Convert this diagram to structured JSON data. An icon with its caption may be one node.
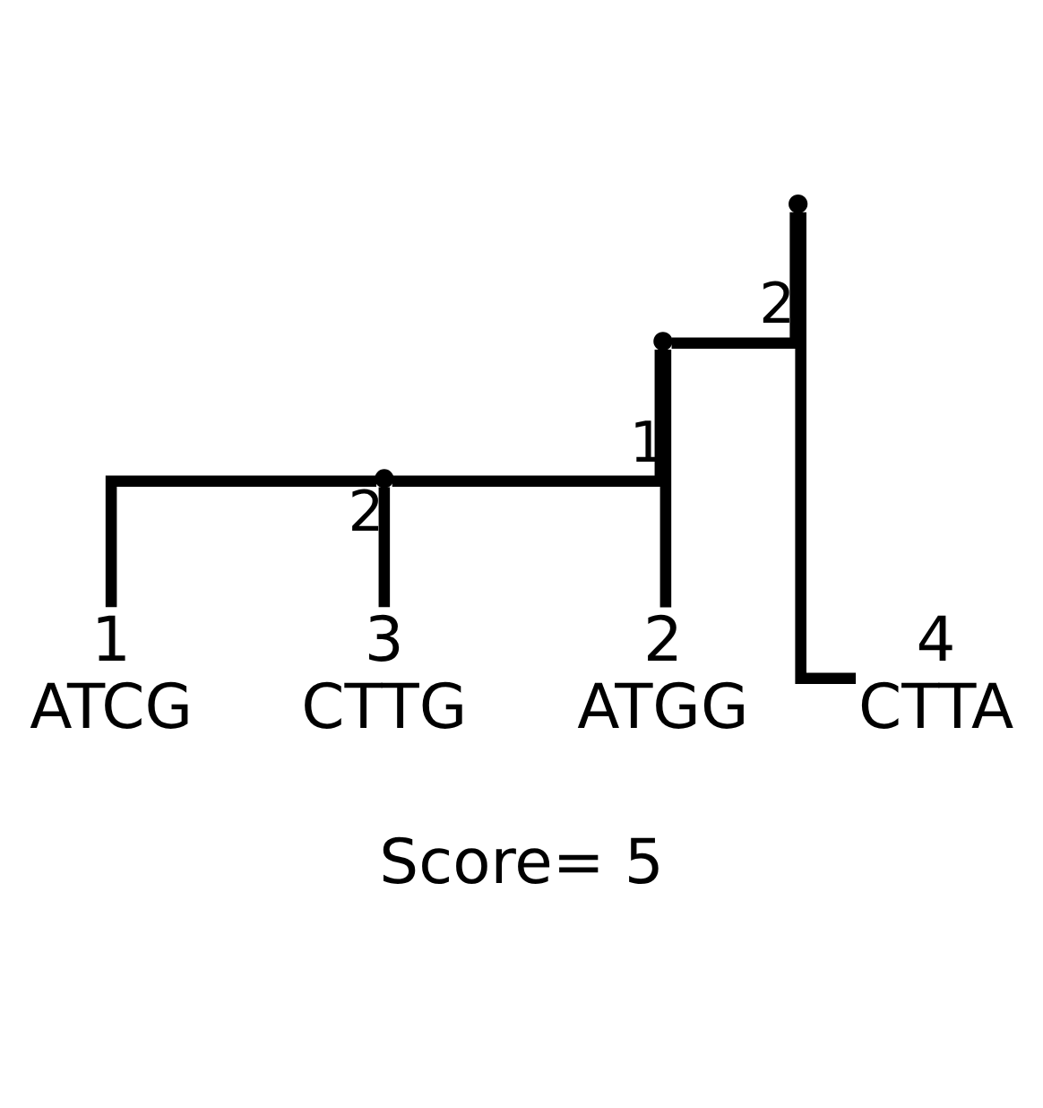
{
  "diagram": {
    "caption": "Score= 5",
    "nodes": [
      {
        "text": [],
        "shape": "point"
      },
      {
        "text": [],
        "shape": "point"
      },
      {
        "text": [],
        "shape": "point"
      },
      {
        "text": [
          "1",
          "ATCG"
        ]
      },
      {
        "text": [
          "3",
          "CTTG"
        ]
      },
      {
        "text": [
          "2",
          "ATGG"
        ]
      },
      {
        "text": [
          "4",
          "CTTA"
        ]
      }
    ],
    "edges": [
      {
        "from": 0,
        "to": 1,
        "arrow": "none",
        "label": "2"
      },
      {
        "from": 0,
        "to": 6,
        "arrow": "none"
      },
      {
        "from": 1,
        "to": 2,
        "arrow": "none"
      },
      {
        "from": 1,
        "to": 5,
        "arrow": "none",
        "label": "1"
      },
      {
        "from": 2,
        "to": 3,
        "arrow": "none"
      },
      {
        "from": 2,
        "to": 4,
        "arrow": "none",
        "label": "2"
      }
    ]
  }
}
